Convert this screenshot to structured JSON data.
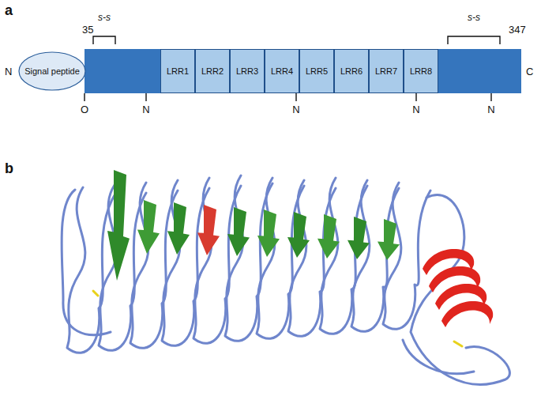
{
  "diagram": {
    "nodes": [
      {
        "text": [
          "Signal peptide"
        ]
      },
      {
        "text": [
          "LRR1"
        ]
      },
      {
        "text": [
          "LRR2"
        ]
      },
      {
        "text": [
          "LRR3"
        ]
      },
      {
        "text": [
          "LRR4"
        ]
      },
      {
        "text": [
          "LRR5"
        ]
      },
      {
        "text": [
          "LRR6"
        ]
      },
      {
        "text": [
          "LRR7"
        ]
      },
      {
        "text": [
          "LRR8"
        ]
      }
    ],
    "labels": [
      "a",
      "35",
      "s-s",
      "s-s",
      "347",
      "N",
      "C",
      "O",
      "N",
      "N",
      "N",
      "N",
      "b"
    ]
  }
}
